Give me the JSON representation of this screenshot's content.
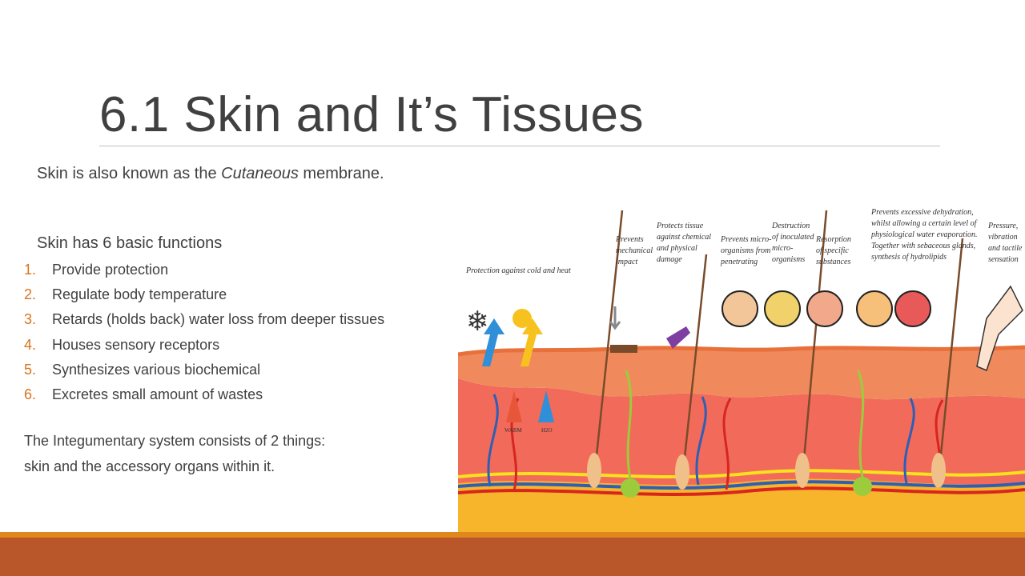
{
  "slide": {
    "title": "6.1 Skin and It’s Tissues",
    "line1_pre": "Skin is also known as the ",
    "line1_em": "Cutaneous",
    "line1_post": " membrane.",
    "line2": "Skin has 6 basic functions",
    "functions": [
      {
        "num": "1.",
        "text": "Provide protection"
      },
      {
        "num": "2.",
        "text": "Regulate body temperature"
      },
      {
        "num": "3.",
        "text": "Retards (holds back) water loss from deeper tissues"
      },
      {
        "num": "4.",
        "text": "Houses sensory receptors"
      },
      {
        "num": "5.",
        "text": "Synthesizes various biochemical"
      },
      {
        "num": "6.",
        "text": "Excretes small amount of wastes"
      }
    ],
    "para1": "The Integumentary system consists of 2 things:",
    "para2": "skin and the accessory organs within it."
  },
  "illustration": {
    "label_cold_heat": "Protection against cold and heat",
    "label_mech": [
      "Prevents",
      "mechanical",
      "impact"
    ],
    "label_chem": [
      "Protects tissue",
      "against chemical",
      "and physical",
      "damage"
    ],
    "label_micro": [
      "Prevents micro-",
      "organisms from",
      "penetrating"
    ],
    "label_destr": [
      "Destruction",
      "of inoculated",
      "micro-",
      "organisms"
    ],
    "label_resorp": [
      "Resorption",
      "of specific",
      "substances"
    ],
    "label_dehyd": [
      "Prevents excessive dehydration,",
      "whilst allowing a certain level of",
      "physiological water evaporation.",
      "Together with sebaceous glands,",
      "synthesis of hydrolipids"
    ],
    "label_press": [
      "Pressure,",
      "vibration",
      "and tactile",
      "sensation"
    ],
    "arrow_warm": "WARM",
    "arrow_h2o": "H2O"
  },
  "colors": {
    "title": "#404040",
    "number_accent": "#d9731c",
    "band_top": "#e0871d",
    "band_bottom": "#b9562a",
    "epidermis": "#f08a5d",
    "dermis": "#f26a5a",
    "fat": "#f6b52a",
    "vein": "#2f5fb5",
    "artery": "#d7261f"
  }
}
